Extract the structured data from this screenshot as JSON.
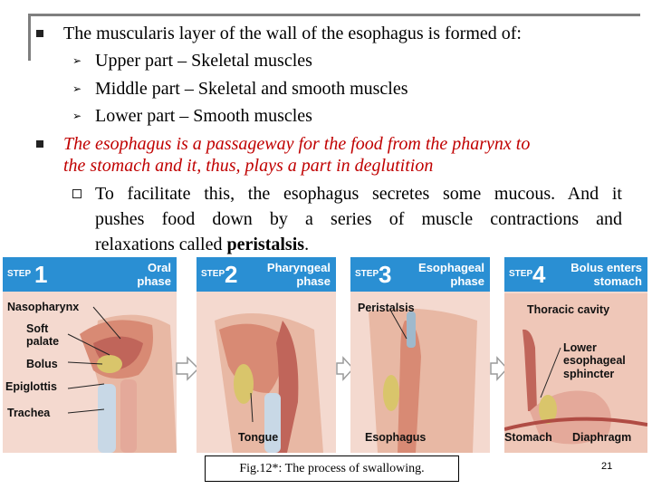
{
  "slide": {
    "bullet1": "The muscularis layer of the wall of the esophagus is formed of:",
    "sub_items": [
      "Upper part – Skeletal muscles",
      "Middle part – Skeletal and smooth muscles",
      "Lower part – Smooth muscles"
    ],
    "bullet2_line1": "The esophagus is a passageway for the food from the pharynx to",
    "bullet2_line2": "the stomach and it, thus, plays a part in deglutition",
    "sub2_line1": "To facilitate this, the esophagus secretes some mucous. And it",
    "sub2_line2": "pushes food down by a series of muscle contractions and",
    "sub2_line3_start": "relaxations called ",
    "sub2_line3_bold": "peristalsis",
    "sub2_line3_end": ".",
    "caption": "Fig.12*: The process of swallowing.",
    "page_number": "21"
  },
  "figure": {
    "step_word": "STEP",
    "panels": [
      {
        "number": "1",
        "phase_line1": "Oral",
        "phase_line2": "phase",
        "labels": [
          "Nasopharynx",
          "Soft",
          "palate",
          "Bolus",
          "Epiglottis",
          "Trachea"
        ]
      },
      {
        "number": "2",
        "phase_line1": "Pharyngeal",
        "phase_line2": "phase",
        "labels": [
          "Tongue"
        ]
      },
      {
        "number": "3",
        "phase_line1": "Esophageal",
        "phase_line2": "phase",
        "labels": [
          "Peristalsis",
          "Esophagus"
        ]
      },
      {
        "number": "4",
        "phase_line1": "Bolus enters",
        "phase_line2": "stomach",
        "labels": [
          "Thoracic cavity",
          "Lower",
          "esophageal",
          "sphincter",
          "Stomach",
          "Diaphragm"
        ]
      }
    ]
  },
  "colors": {
    "header_blue": "#2a8fd3",
    "panel_pink": "#f4d9cf",
    "italic_red": "#c00000",
    "bolus_yellow": "#d9c56b"
  }
}
